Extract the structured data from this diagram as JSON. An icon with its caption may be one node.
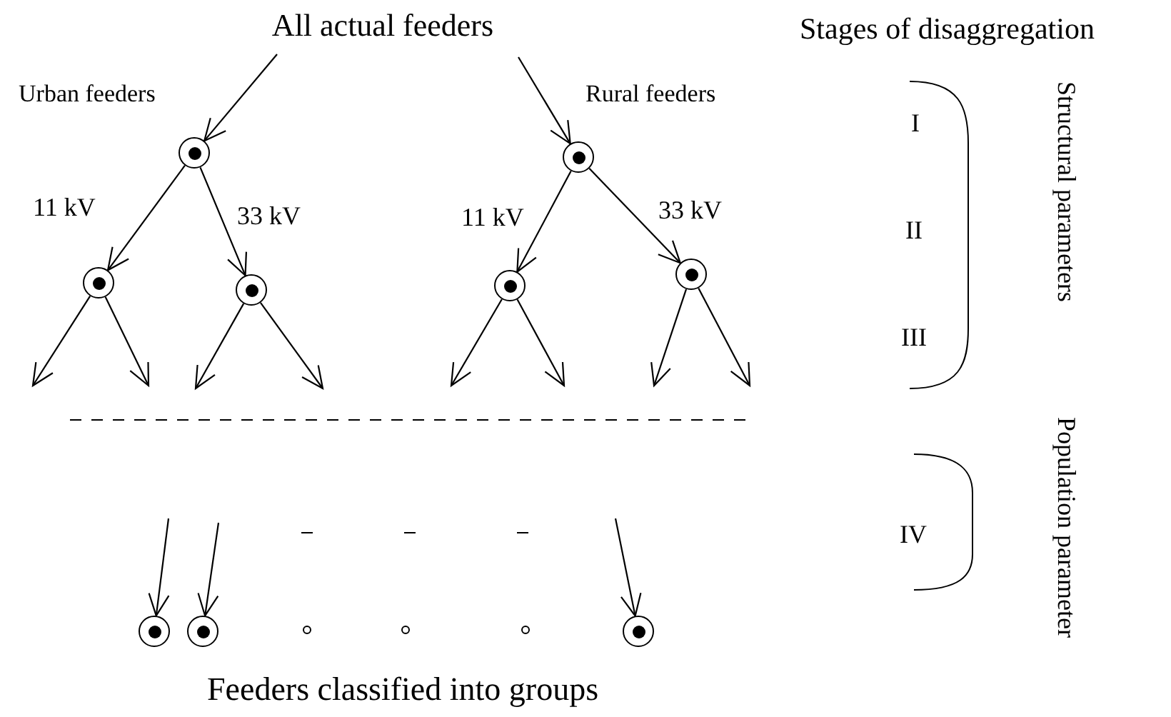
{
  "diagram": {
    "nodes": [
      {
        "text": [
          "All actual feeders"
        ]
      },
      {
        "text": [],
        "shape": "circle",
        "beside": [
          "Urban feeders"
        ]
      },
      {
        "text": [],
        "shape": "circle",
        "beside": [
          "Rural feeders"
        ]
      },
      {
        "text": [],
        "shape": "circle"
      },
      {
        "text": [],
        "shape": "circle"
      },
      {
        "text": [],
        "shape": "circle"
      },
      {
        "text": [],
        "shape": "circle"
      },
      {
        "text": [],
        "shape": "circle"
      },
      {
        "text": [],
        "shape": "circle"
      },
      {
        "text": [],
        "shape": "circle"
      },
      {
        "text": [],
        "shape": "circle"
      },
      {
        "text": [],
        "shape": "circle"
      },
      {
        "text": [],
        "shape": "circle"
      }
    ],
    "edges": [
      {
        "from": 0,
        "to": 1,
        "arrow": "to"
      },
      {
        "from": 0,
        "to": 2,
        "arrow": "to"
      },
      {
        "from": 1,
        "to": 3,
        "arrow": "to",
        "label": "11 kV"
      },
      {
        "from": 1,
        "to": 4,
        "arrow": "to",
        "label": "33 kV"
      },
      {
        "from": 2,
        "to": 5,
        "arrow": "to",
        "label": "11 kV"
      },
      {
        "from": 2,
        "to": 6,
        "arrow": "to",
        "label": "33 kV"
      },
      {
        "from": 3,
        "to": null,
        "arrow": "to"
      },
      {
        "from": 3,
        "to": null,
        "arrow": "to"
      },
      {
        "from": 4,
        "to": null,
        "arrow": "to"
      },
      {
        "from": 4,
        "to": null,
        "arrow": "to"
      },
      {
        "from": 5,
        "to": null,
        "arrow": "to"
      },
      {
        "from": 5,
        "to": null,
        "arrow": "to"
      },
      {
        "from": 6,
        "to": null,
        "arrow": "to"
      },
      {
        "from": 6,
        "to": null,
        "arrow": "to"
      },
      {
        "from": null,
        "to": 7,
        "arrow": "to"
      },
      {
        "from": null,
        "to": 8,
        "arrow": "to"
      },
      {
        "from": null,
        "to": 12,
        "arrow": "to"
      }
    ],
    "labels": [
      "Stages of disaggregation",
      "I",
      "II",
      "III",
      "Structural parameters",
      "IV",
      "Population parameter",
      "Feeders classified into groups"
    ]
  }
}
